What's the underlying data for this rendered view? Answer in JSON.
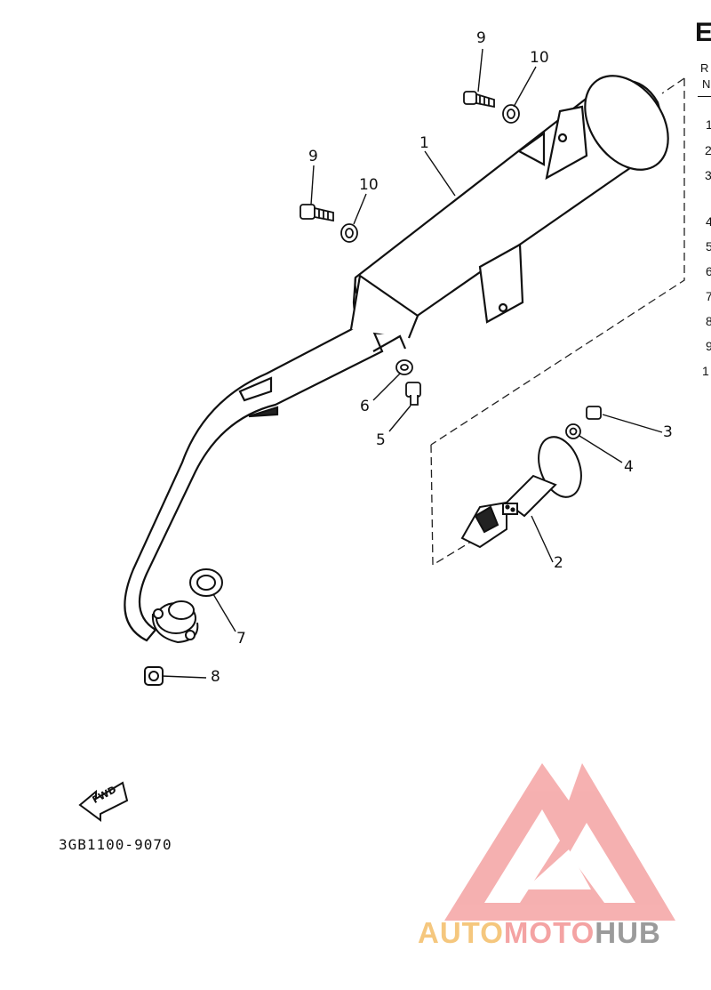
{
  "diagram": {
    "callouts": {
      "c1": "1",
      "c2": "2",
      "c3": "3",
      "c4": "4",
      "c5": "5",
      "c6": "6",
      "c7": "7",
      "c8": "8",
      "c9a": "9",
      "c9b": "9",
      "c10a": "10",
      "c10b": "10"
    },
    "fwd_label": "FWD",
    "drawing_code": "3GB1100-9070"
  },
  "edge_fragments": {
    "heading": "E",
    "ref_label_top": "R",
    "ref_label_bottom": "N",
    "row_numbers": [
      "1",
      "2",
      "3",
      "4",
      "5",
      "6",
      "7",
      "8",
      "9",
      "1"
    ]
  },
  "watermark": {
    "brand_auto": "AUTO",
    "brand_moto": "MOTO",
    "brand_hub": "HUB",
    "colors": {
      "auto": "#f5c77e",
      "moto": "#f4a3a3",
      "hub": "#9b9b9b",
      "logo": "#f4a3a3"
    }
  }
}
